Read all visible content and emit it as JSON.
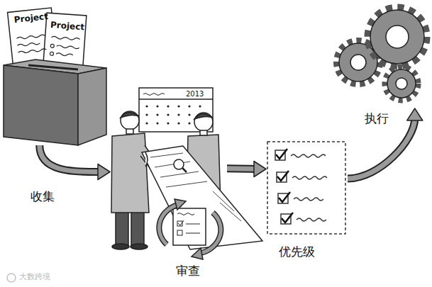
{
  "diagram": {
    "nodes": [
      {
        "text": [
          "收集"
        ]
      },
      {
        "text": [
          "审查"
        ]
      },
      {
        "text": [
          "优先级"
        ]
      },
      {
        "text": [
          "执行"
        ]
      }
    ],
    "edges": [
      {
        "from": 0,
        "to": 1,
        "arrow": "to"
      },
      {
        "from": 1,
        "to": 2,
        "arrow": "to"
      },
      {
        "from": 2,
        "to": 3,
        "arrow": "to"
      }
    ],
    "labels": [
      "Project",
      "Project",
      "2013",
      "大数跨境"
    ]
  }
}
